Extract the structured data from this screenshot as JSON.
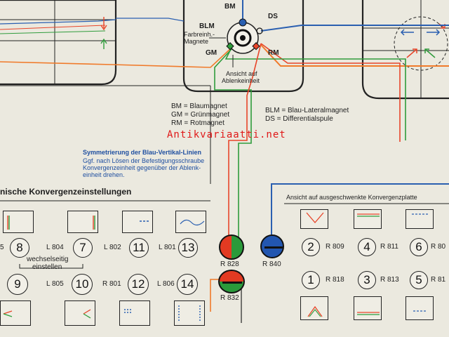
{
  "watermark": "Antikvariaatti.net",
  "top_diagram": {
    "bm": "BM",
    "ds": "DS",
    "blm": "BLM",
    "gm": "GM",
    "rm": "RM",
    "magnet_label_1": "Farbreinh.-",
    "magnet_label_2": "Magnete",
    "view_label_1": "Ansicht auf",
    "view_label_2": "Ablenkeinheit"
  },
  "legend": {
    "bm": "BM = Blaumagnet",
    "gm": "GM = Grünmagnet",
    "rm": "RM = Rotmagnet",
    "blm": "BLM = Blau-Lateralmagnet",
    "ds": "DS = Differentialspule"
  },
  "note": {
    "title": "Symmetrierung der Blau-Vertikal-Linien",
    "line1": "Ggf. nach Lösen der Befestigungsschraube",
    "line2": "Konvergenzeinheit gegenüber der Ablenk-",
    "line3": "einheit drehen."
  },
  "section_title": "nische Konvergenzeinstellungen",
  "right_title": "Ansicht auf ausgeschwenkte Konvergenzplatte",
  "left_controls": {
    "knob_8": "8",
    "knob_7": "7",
    "knob_11": "11",
    "knob_13": "13",
    "knob_9": "9",
    "knob_10": "10",
    "knob_12": "12",
    "knob_14": "14",
    "lab_5": "5",
    "lab_l804": "L 804",
    "lab_l802": "L 802",
    "lab_l801": "L 801",
    "lab_l805": "L 805",
    "lab_r801": "R 801",
    "lab_l806": "L 806",
    "wechsel_1": "wechselseitig",
    "wechsel_2": "einstellen"
  },
  "coils": {
    "r828": "R 828",
    "r840": "R 840",
    "r832": "R 832"
  },
  "right_controls": {
    "knob_2": "2",
    "knob_4": "4",
    "knob_6": "6",
    "knob_1": "1",
    "knob_3": "3",
    "knob_5": "5",
    "lab_r809": "R 809",
    "lab_r811": "R 811",
    "lab_r80x": "R 80",
    "lab_r818": "R 818",
    "lab_r813": "R 813",
    "lab_r81x": "R 81"
  },
  "colors": {
    "red": "#e8452a",
    "green": "#2f9c3c",
    "blue": "#2a5fb0",
    "orange": "#f07a2a",
    "paper": "#ebe9df"
  }
}
